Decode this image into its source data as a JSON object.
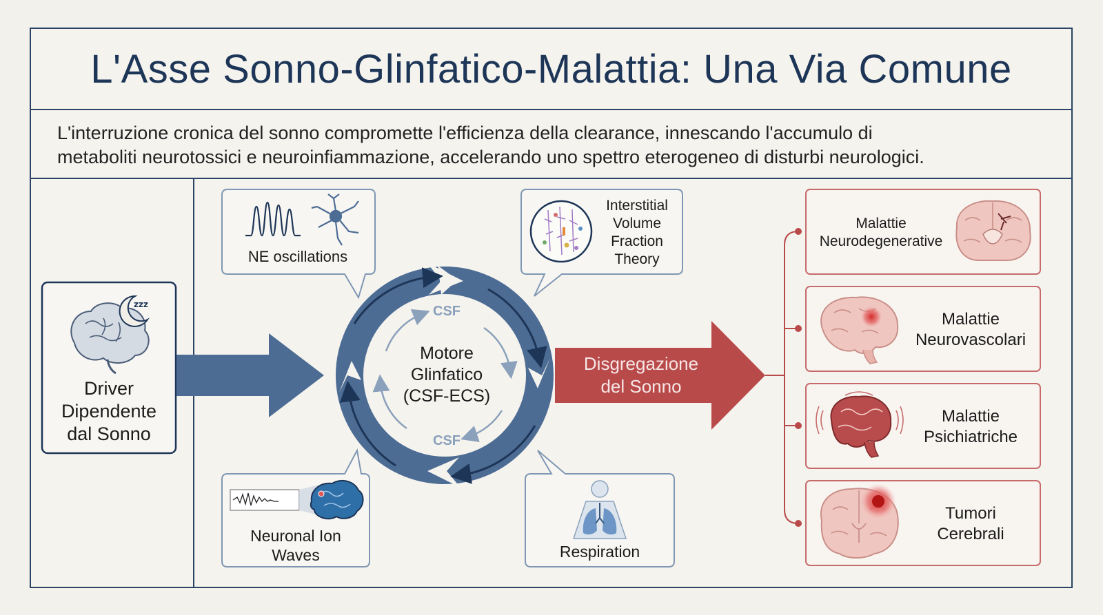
{
  "title": "L'Asse Sonno-Glinfatico-Malattia: Una Via Comune",
  "subtitle": {
    "line1": "L'interruzione cronica del sonno compromette l'efficienza della clearance, innescando l'accumulo di",
    "line2": "metaboliti neurotossici e neuroinfiammazione, accelerando uno spettro eterogeneo di disturbi neurologici."
  },
  "driver": {
    "line1": "Driver",
    "line2": "Dipendente",
    "line3": "dal Sonno",
    "zzz": "zzz"
  },
  "engine": {
    "line1": "Motore",
    "line2": "Glinfatico",
    "line3": "(CSF-ECS)",
    "csf_top": "CSF",
    "csf_bottom": "CSF"
  },
  "callouts": {
    "ne": "NE oscillations",
    "ivf": [
      "Interstitial",
      "Volume",
      "Fraction",
      "Theory"
    ],
    "neuronal": [
      "Neuronal Ion",
      "Waves"
    ],
    "respiration": "Respiration"
  },
  "disruption": {
    "line1": "Disgregazione",
    "line2": "del Sonno"
  },
  "outcomes": [
    {
      "line1": "Malattie",
      "line2": "Neurodegenerative"
    },
    {
      "line1": "Malattie",
      "line2": "Neurovascolari"
    },
    {
      "line1": "Malattie",
      "line2": "Psichiatriche"
    },
    {
      "line1": "Tumori",
      "line2": "Cerebrali"
    }
  ],
  "colors": {
    "navy": "#1d3557",
    "steel_blue": "#4c6c94",
    "disease_red": "#b94a4a",
    "card_red_border": "#c66a6a",
    "card_blue_border": "#7f97b3"
  }
}
